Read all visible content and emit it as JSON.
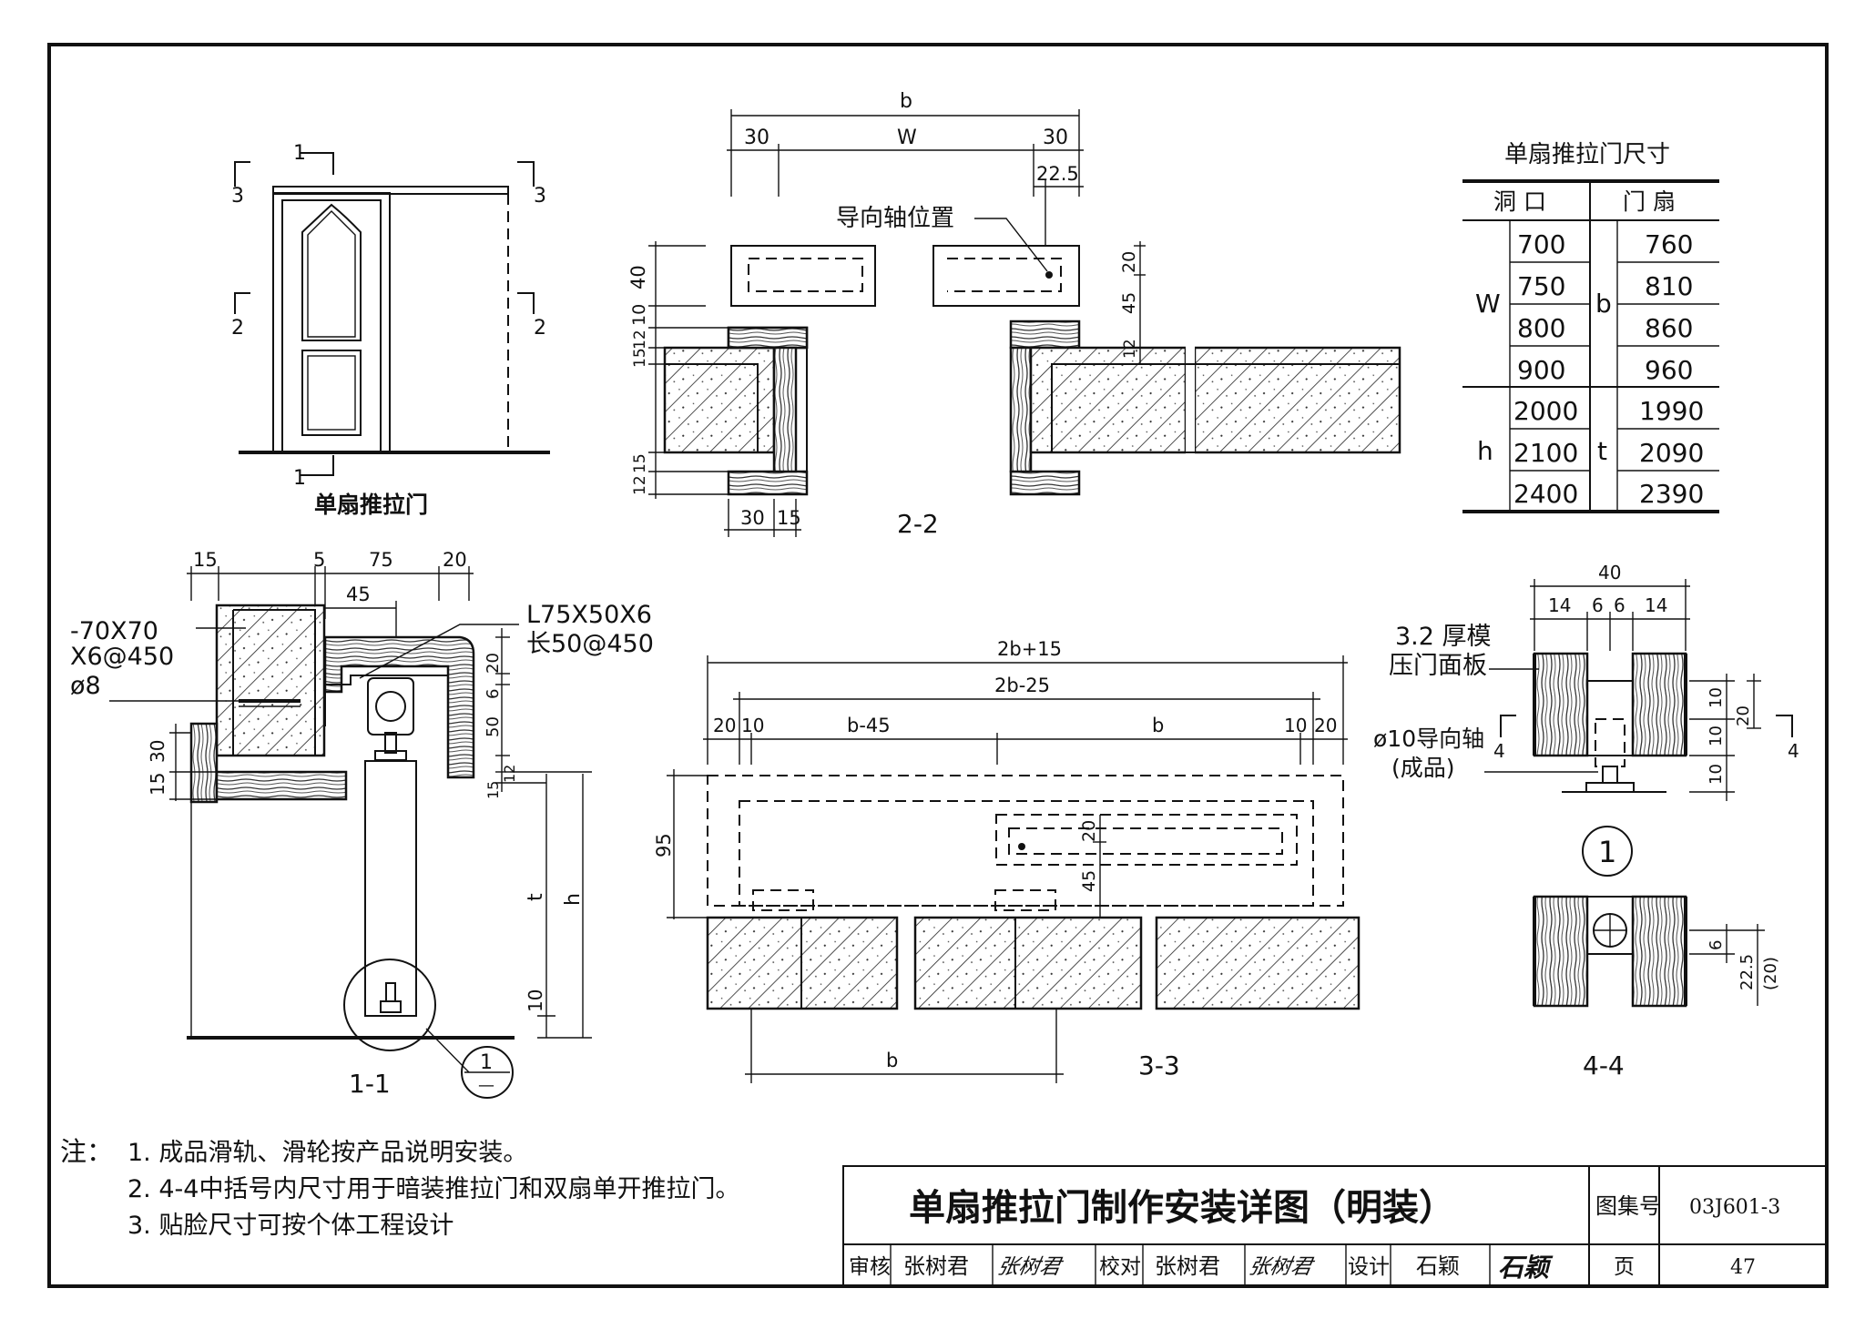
{
  "views": {
    "elevation": {
      "caption": "单扇推拉门",
      "marks": [
        "1",
        "1",
        "3",
        "3",
        "2",
        "2"
      ]
    },
    "section_2_2": {
      "caption": "2-2",
      "dims": {
        "b": "b",
        "w_left": "30",
        "w_mid": "W",
        "w_right": "30",
        "offset": "22.5",
        "h40": "40",
        "h10": "10",
        "h12": "12",
        "h15": "15",
        "h15b": "15",
        "h12b": "12",
        "bottom_30": "30",
        "bottom_15": "15",
        "r20": "20",
        "r45": "45",
        "r12": "12"
      },
      "annotation": "导向轴位置"
    },
    "section_1_1": {
      "caption": "1-1",
      "dims": {
        "d15": "15",
        "d5": "5",
        "d75": "75",
        "d20": "20",
        "d45": "45",
        "v30": "30",
        "v15": "15",
        "v20": "20",
        "v6": "6",
        "v50": "50",
        "v15b": "15",
        "v12": "12",
        "t": "t",
        "h": "h",
        "v10": "10"
      },
      "labels": {
        "plate": "-70X70",
        "plate2": "X6@450",
        "rod": "ø8",
        "angle": "L75X50X6",
        "angle2": "长50@450"
      },
      "detail_ref_num": "1",
      "detail_ref_den": "—"
    },
    "section_3_3": {
      "caption": "3-3",
      "dims": {
        "overall": "2b+15",
        "inner": "2b-25",
        "d20a": "20",
        "d10a": "10",
        "b45": "b-45",
        "b": "b",
        "d10b": "10",
        "d20b": "20",
        "v95": "95",
        "v20": "20",
        "v45": "45",
        "bottom_b": "b"
      }
    },
    "section_4_4": {
      "caption": "4-4",
      "dims": {
        "d40": "40",
        "d14a": "14",
        "d6a": "6",
        "d6b": "6",
        "d14b": "14",
        "v10a": "10",
        "v10b": "10",
        "v20": "20",
        "v10c": "10",
        "v6": "6",
        "v225": "22.5",
        "v20p": "(20)"
      },
      "labels": {
        "panel1": "3.2 厚模",
        "panel2": "压门面板",
        "axis1": "ø10导向轴",
        "axis2": "(成品)",
        "mark_l": "4",
        "mark_r": "4"
      },
      "detail_num": "1"
    }
  },
  "size_table": {
    "title": "单扇推拉门尺寸",
    "headers": [
      "洞 口",
      "门 扇"
    ],
    "groups": [
      {
        "label": "W",
        "sub": "b",
        "rows": [
          [
            "700",
            "760"
          ],
          [
            "750",
            "810"
          ],
          [
            "800",
            "860"
          ],
          [
            "900",
            "960"
          ]
        ]
      },
      {
        "label": "h",
        "sub": "t",
        "rows": [
          [
            "2000",
            "1990"
          ],
          [
            "2100",
            "2090"
          ],
          [
            "2400",
            "2390"
          ]
        ]
      }
    ]
  },
  "notes": {
    "prefix": "注：",
    "items": [
      "1. 成品滑轨、滑轮按产品说明安装。",
      "2. 4-4中括号内尺寸用于暗装推拉门和双扇单开推拉门。",
      "3. 贴脸尺寸可按个体工程设计"
    ]
  },
  "title_block": {
    "title": "单扇推拉门制作安装详图（明装）",
    "atlas_label": "图集号",
    "atlas_no": "03J601-3",
    "review_label": "审核",
    "reviewer": "张树君",
    "check_label": "校对",
    "checker": "张树君",
    "design_label": "设计",
    "designer": "石颖",
    "page_label": "页",
    "page_no": "47",
    "signature_1": "张树君",
    "signature_2": "张树君",
    "signature_3": "石颖"
  }
}
